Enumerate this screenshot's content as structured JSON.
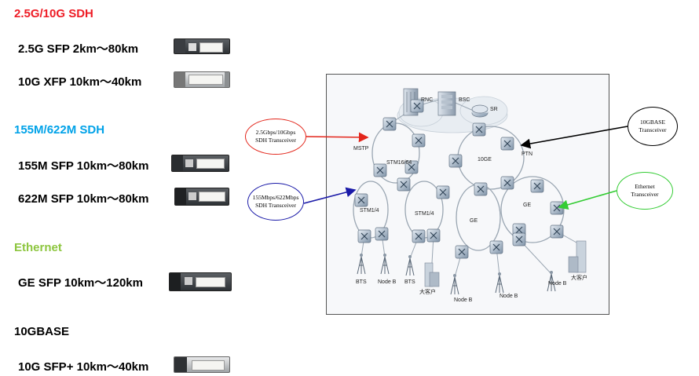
{
  "sections": [
    {
      "heading": "2.5G/10G SDH",
      "color": "#ee1c25",
      "items": [
        {
          "label": "2.5G SFP 2km～80km"
        },
        {
          "label": "10G XFP 10km～40km"
        }
      ]
    },
    {
      "heading": "155M/622M SDH",
      "color": "#00a2e8",
      "items": [
        {
          "label": "155M SFP 10km～80km"
        },
        {
          "label": "622M SFP 10km～80km"
        }
      ]
    },
    {
      "heading": "Ethernet",
      "color": "#8dc63f",
      "items": [
        {
          "label": "GE SFP 10km～120km"
        }
      ]
    },
    {
      "heading": "10GBASE",
      "color": "#000000",
      "items": [
        {
          "label": "10G SFP+ 10km～40km"
        }
      ]
    }
  ],
  "callouts": [
    {
      "line1": "2.5Gbps/10Gbps",
      "line2": "SDH Transceiver",
      "color": "#e3261b"
    },
    {
      "line1": "155Mbps/622Mbps",
      "line2": "SDH Transceiver",
      "color": "#1a1aa8"
    },
    {
      "line1": "10GBASE",
      "line2": "Transceiver",
      "color": "#000000"
    },
    {
      "line1": "Ethernet",
      "line2": "Transceiver",
      "color": "#33cc33"
    }
  ],
  "network": {
    "nodes": {
      "rnc": "RNC",
      "bsc": "BSC",
      "sr": "SR",
      "mstp": "MSTP",
      "ptn": "PTN"
    },
    "rings": {
      "stm16": "STM16/64",
      "stm1_left": "STM1/4",
      "stm1_right": "STM1/4",
      "ten_ge": "10GE",
      "ge_left": "GE",
      "ge_right": "GE"
    },
    "endpoints": [
      "BTS",
      "Node B",
      "BTS",
      "大客户",
      "Node B",
      "Node B",
      "Node B",
      "大客户"
    ]
  }
}
